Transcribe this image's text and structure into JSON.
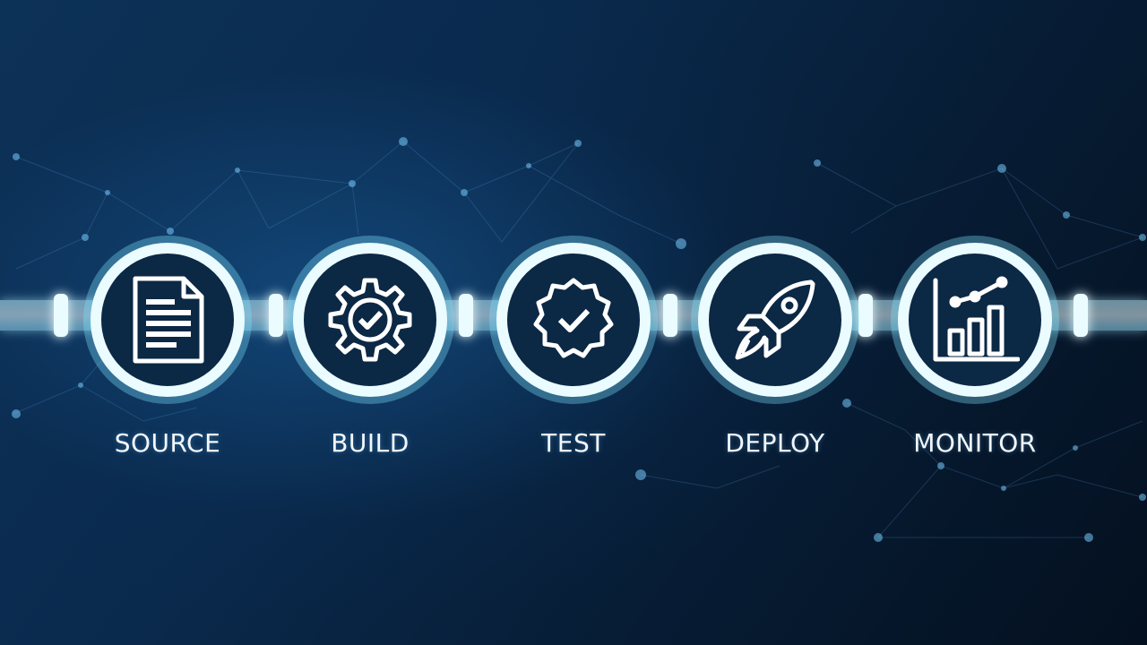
{
  "accent_color": "#7fe3ff",
  "ring_color": "#e9fbff",
  "stages": [
    {
      "label": "SOURCE",
      "icon": "document-icon"
    },
    {
      "label": "BUILD",
      "icon": "gear-check-icon"
    },
    {
      "label": "TEST",
      "icon": "badge-check-icon"
    },
    {
      "label": "DEPLOY",
      "icon": "rocket-icon"
    },
    {
      "label": "MONITOR",
      "icon": "bar-chart-icon"
    }
  ]
}
